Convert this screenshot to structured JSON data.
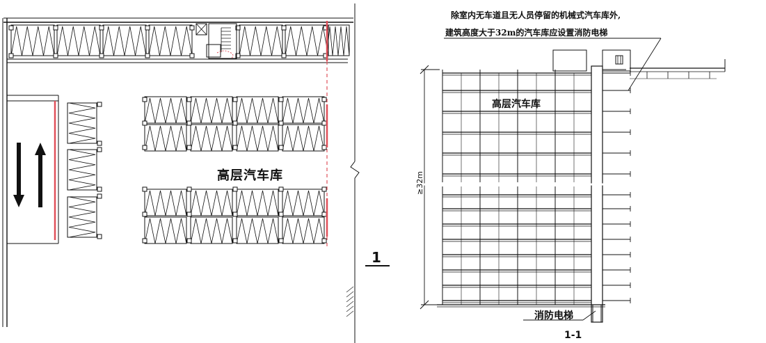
{
  "plan": {
    "garage_label": "高层汽车库",
    "section_mark": "1"
  },
  "section": {
    "note_line1": "除室内无车道且无人员停留的机械式汽车库外,",
    "note_line2": "建筑高度大于32m的汽车库应设置消防电梯",
    "garage_label": "高层汽车库",
    "height_dim": "≥32m",
    "elevator_label": "消防电梯",
    "caption": "1-1"
  },
  "colors": {
    "line": "#111111",
    "highlight": "#e0505a"
  }
}
